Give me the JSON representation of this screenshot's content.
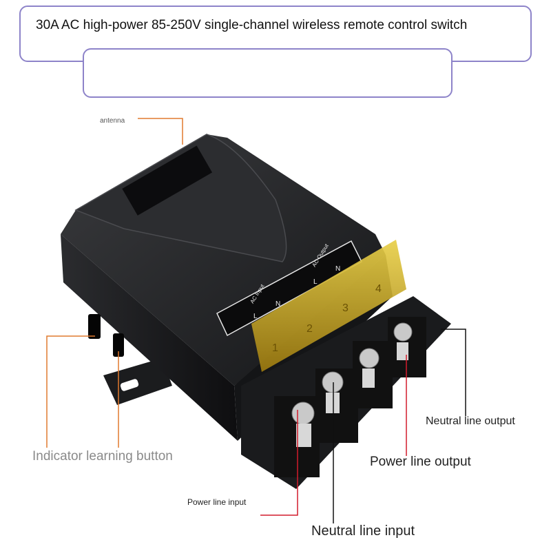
{
  "header": {
    "title": "30A AC high-power 85-250V single-channel wireless remote control switch"
  },
  "device": {
    "ac_input_label": "AC Input",
    "ac_output_label": "AC Output",
    "L": "L",
    "N": "N",
    "terminal_numbers": [
      "1",
      "2",
      "3",
      "4"
    ]
  },
  "callouts": {
    "antenna": "antenna",
    "indicator_learning_button": "Indicator learning button",
    "power_line_input": "Power line input",
    "neutral_line_output": "Neutral line output",
    "power_line_output": "Power line output",
    "neutral_line_input": "Neutral line input"
  },
  "colors": {
    "frame": "#8d83c9",
    "callout_orange": "#e07a2e",
    "callout_red": "#d21c2c",
    "callout_black": "#111111",
    "device_body": "#1e1f21",
    "cover_yellow": "#c7a21c"
  }
}
